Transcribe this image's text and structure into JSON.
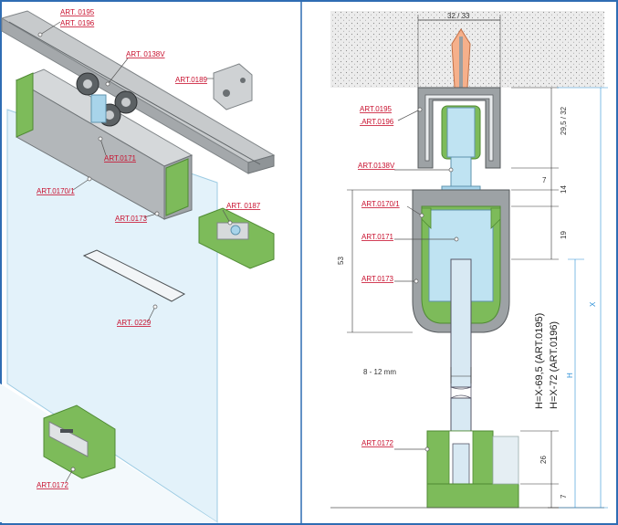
{
  "colors": {
    "label_red": "#c8102e",
    "rail_gray": "#b9bcbf",
    "glass_blue": "#cfe8f4",
    "accent_green": "#7dbb5a",
    "dim_blue": "#2b8fd6",
    "border_blue": "#2f6db3"
  },
  "left_panel": {
    "labels": {
      "art_0195": "ART. 0195",
      "art_0196": "ART. 0196",
      "art_0138v": "ART. 0138V",
      "art_0189": "ART.0189",
      "art_0171": "ART.0171",
      "art_0170_1": "ART.0170/1",
      "art_0173": "ART.0173",
      "art_0187": "ART. 0187",
      "art_0229": "ART. 0229",
      "art_0172": "ART.0172"
    }
  },
  "right_panel": {
    "labels": {
      "art_0195": "ART.0195",
      "art_0196": ".ART.0196",
      "art_0138v": "ART.0138V",
      "art_0170_1": "ART.0170/1",
      "art_0171": "ART.0171",
      "art_0173": "ART.0173",
      "art_0172": "ART.0172"
    },
    "dimensions": {
      "top_width": "32 / 33",
      "rail_height": "29,5 / 32",
      "gap_7_top": "7",
      "gap_14": "14",
      "gap_19": "19",
      "height_53": "53",
      "glass_thickness": "8 - 12 mm",
      "guide_26": "26",
      "gap_7_bottom": "7",
      "x_symbol": "X",
      "h_symbol": "H",
      "formula_1": "H=X-69,5 (ART.0195)",
      "formula_2": "H=X-72 (ART.0196)"
    }
  }
}
